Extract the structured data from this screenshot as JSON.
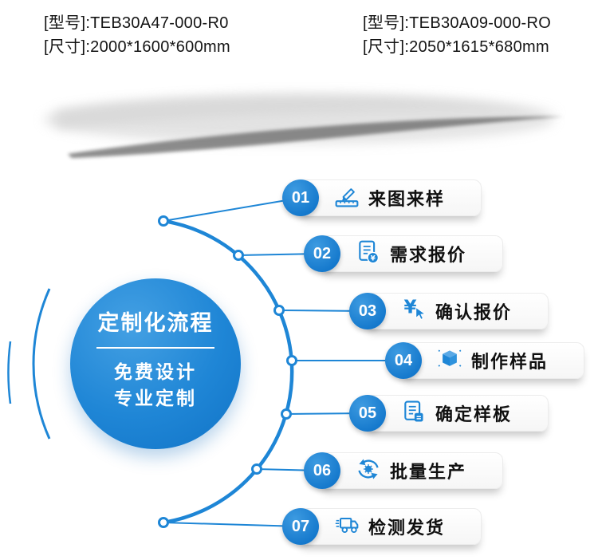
{
  "specs": {
    "left": {
      "model": "[型号]:TEB30A47-000-R0",
      "size": "[尺寸]:2000*1600*600mm"
    },
    "right": {
      "model": "[型号]:TEB30A09-000-RO",
      "size": "[尺寸]:2050*1615*680mm"
    }
  },
  "process": {
    "title": "定制化流程",
    "subtitles": [
      "免费设计",
      "专业定制"
    ],
    "steps": [
      {
        "num": "01",
        "label": "来图来样",
        "icon": "pencil-ruler-icon"
      },
      {
        "num": "02",
        "label": "需求报价",
        "icon": "document-yen-icon"
      },
      {
        "num": "03",
        "label": "确认报价",
        "icon": "yen-cursor-icon"
      },
      {
        "num": "04",
        "label": "制作样品",
        "icon": "cube-icon"
      },
      {
        "num": "05",
        "label": "确定样板",
        "icon": "document-edit-icon"
      },
      {
        "num": "06",
        "label": "批量生产",
        "icon": "gear-recycle-icon"
      },
      {
        "num": "07",
        "label": "检测发货",
        "icon": "truck-icon"
      }
    ]
  },
  "colors": {
    "accent": "#1e86d6"
  }
}
